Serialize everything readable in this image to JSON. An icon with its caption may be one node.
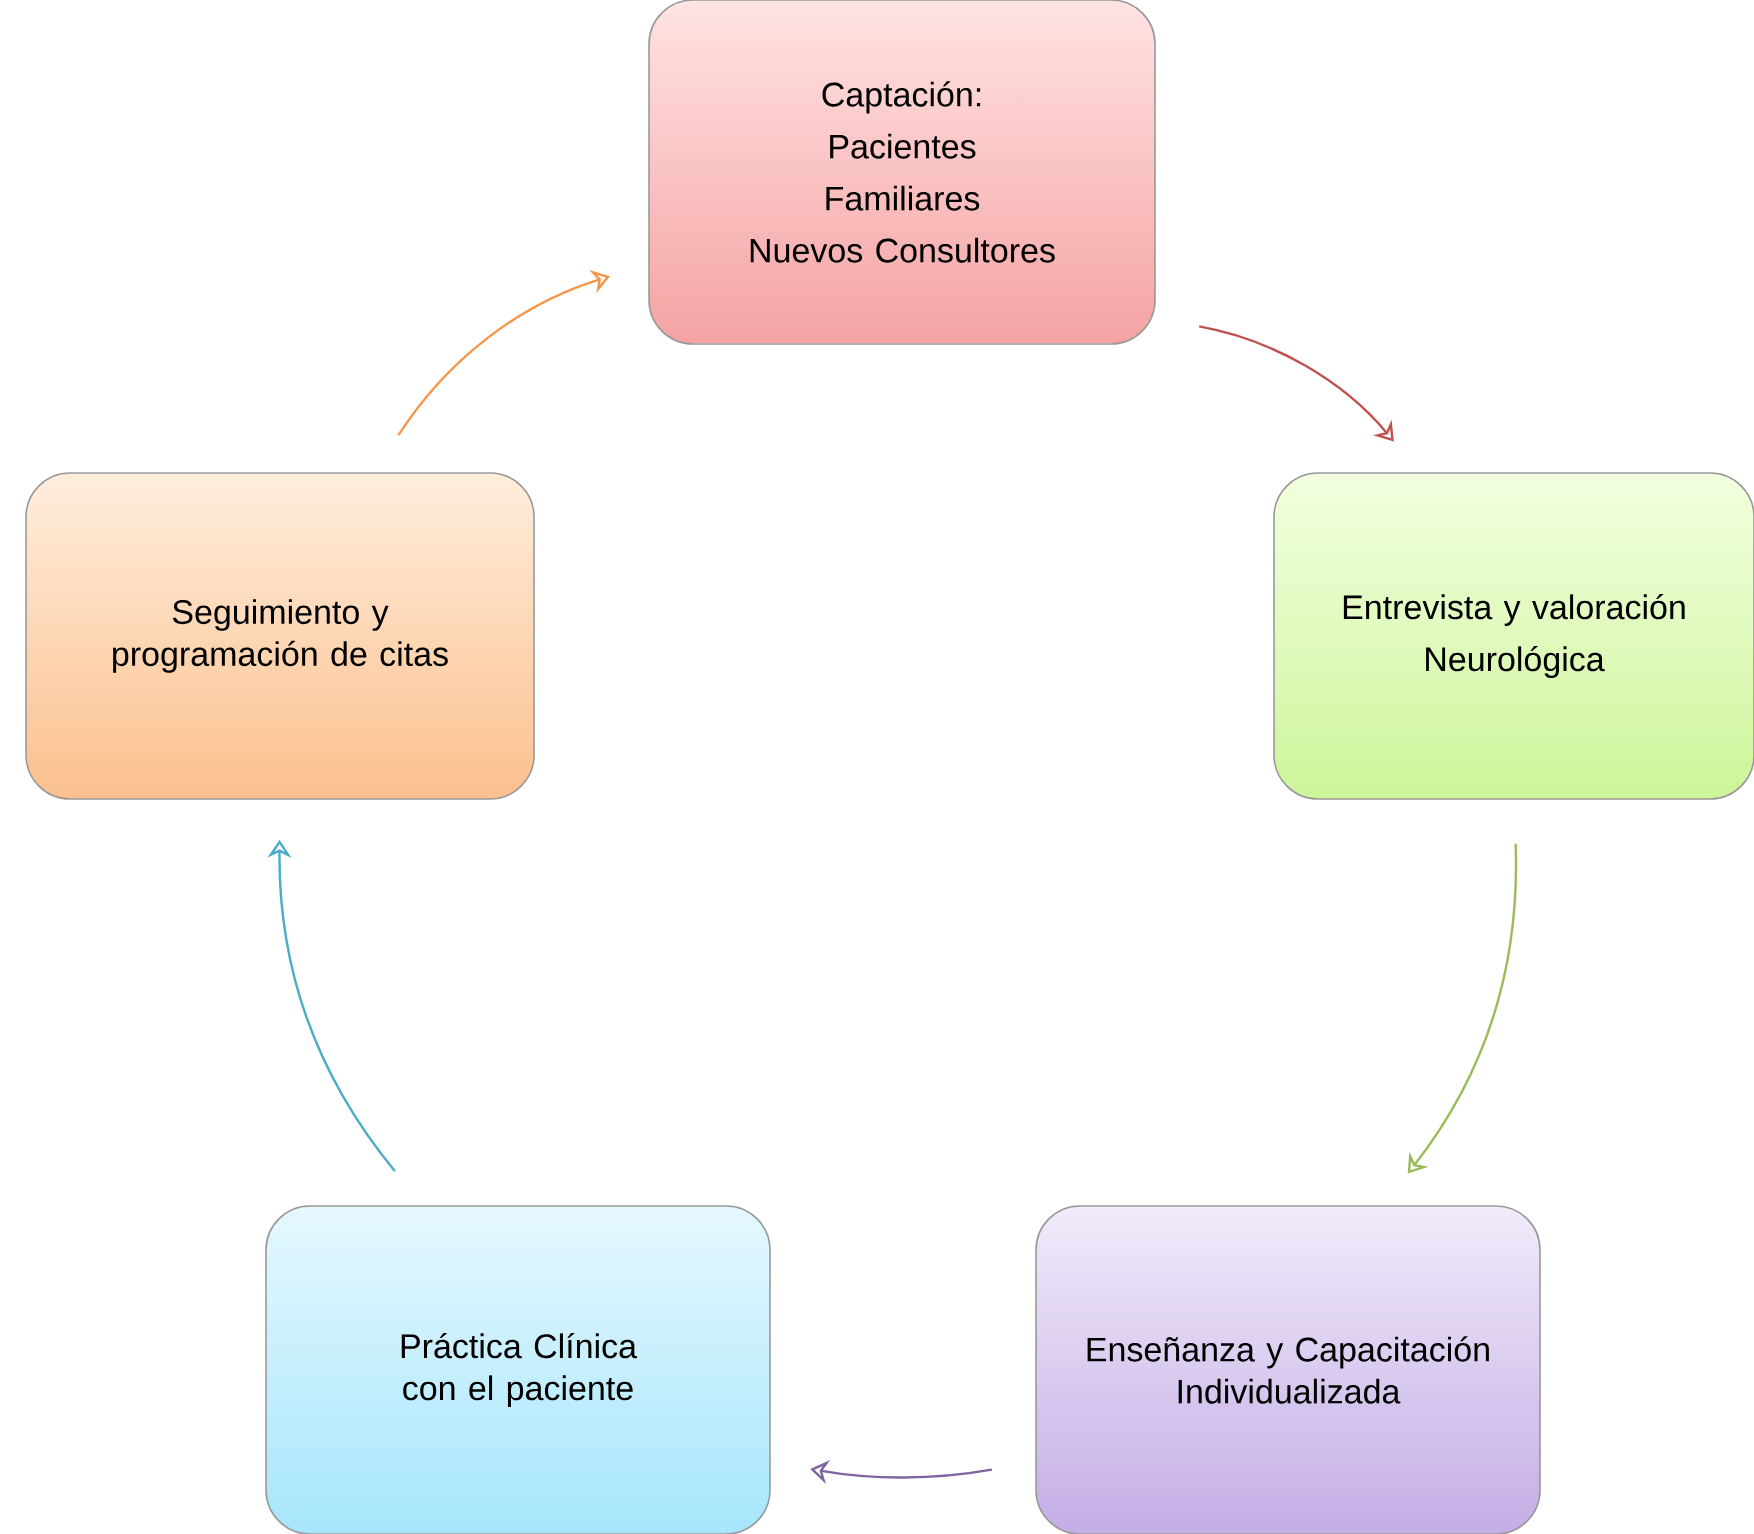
{
  "diagram": {
    "nodes": [
      {
        "text": [
          "Captación:",
          "Pacientes",
          "Familiares",
          "Nuevos Consultores"
        ]
      },
      {
        "text": [
          "Entrevista y valoración",
          "Neurológica"
        ]
      },
      {
        "text": [
          "Enseñanza y Capacitación Individualizada"
        ]
      },
      {
        "text": [
          "Práctica Clínica con el paciente"
        ]
      },
      {
        "text": [
          "Seguimiento y programación de citas"
        ]
      }
    ],
    "edges": [
      {
        "from": 0,
        "to": 1,
        "arrow": "to",
        "color": "#c0504d"
      },
      {
        "from": 1,
        "to": 2,
        "arrow": "to",
        "color": "#9bbb59"
      },
      {
        "from": 2,
        "to": 3,
        "arrow": "to",
        "color": "#8064a2"
      },
      {
        "from": 3,
        "to": 4,
        "arrow": "to",
        "color": "#4bacc6"
      },
      {
        "from": 4,
        "to": 0,
        "arrow": "to",
        "color": "#f79646"
      }
    ]
  }
}
